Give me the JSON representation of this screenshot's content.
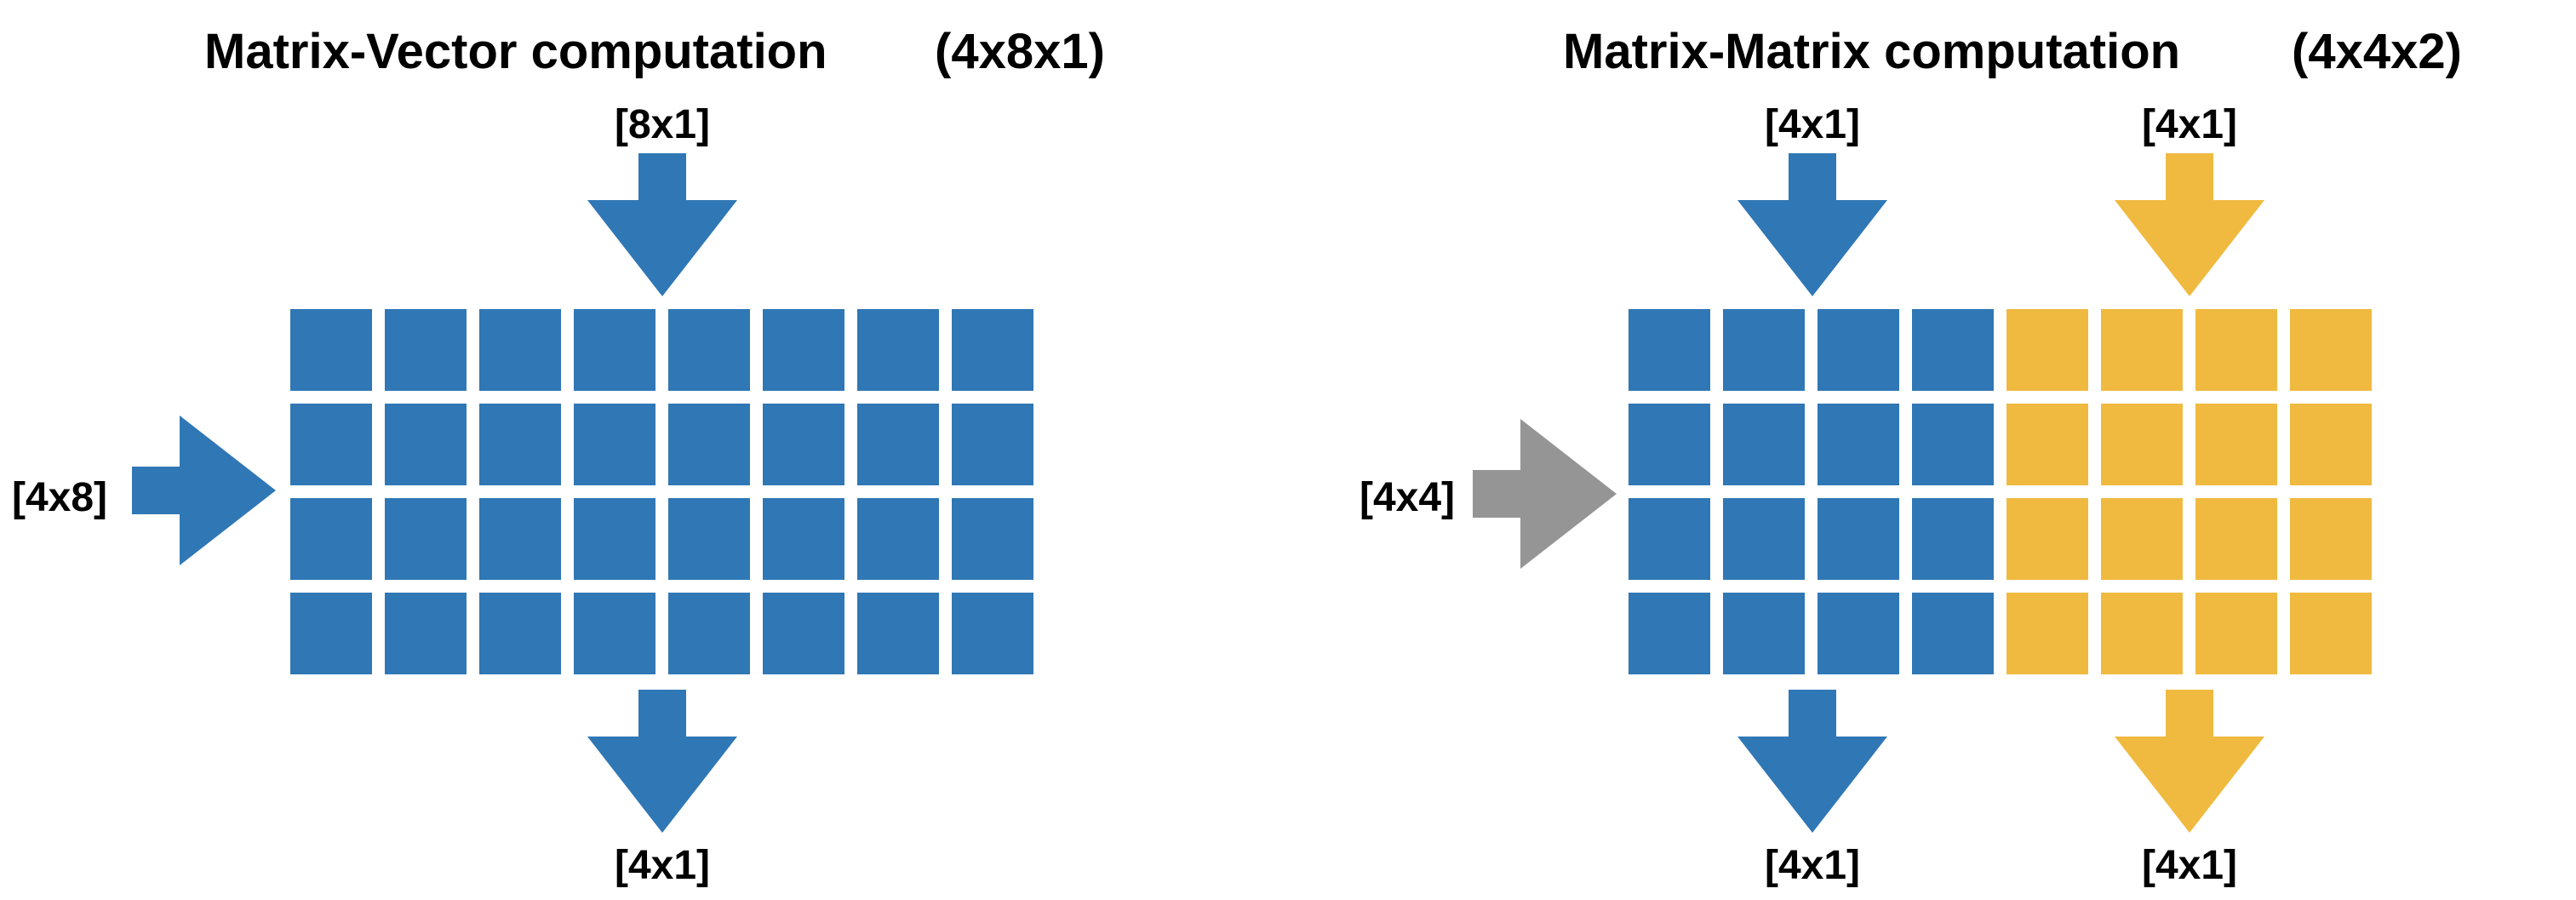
{
  "colors": {
    "blue": "#3077B5",
    "yellow": "#F0BA40",
    "gray": "#959595"
  },
  "matrix_vector": {
    "title": "Matrix-Vector computation",
    "shape": "(4x8x1)",
    "input_top_label": "[8x1]",
    "input_left_label": "[4x8]",
    "output_label": "[4x1]",
    "grid_rows": 4,
    "grid_cols": 8
  },
  "matrix_matrix": {
    "title": "Matrix-Matrix computation",
    "shape": "(4x4x2)",
    "input_left_label": "[4x4]",
    "input_top_labels": [
      "[4x1]",
      "[4x1]"
    ],
    "output_labels": [
      "[4x1]",
      "[4x1]"
    ],
    "grid_rows": 4,
    "grid_cols": 8,
    "blue_cols": 4
  }
}
